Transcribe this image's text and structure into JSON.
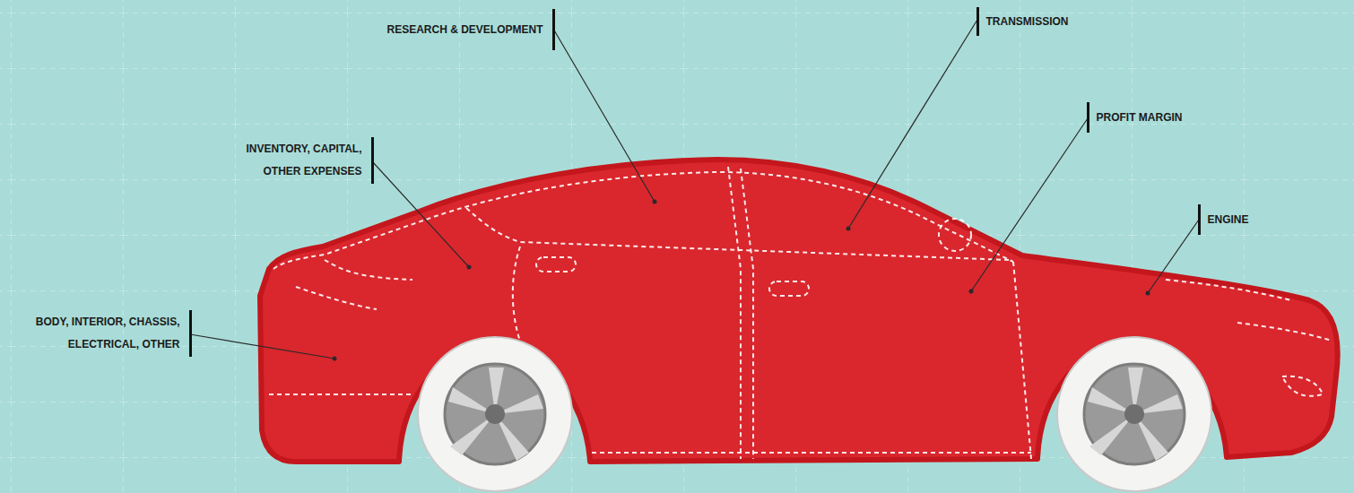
{
  "diagram": {
    "labels": [
      "RESEARCH & DEVELOPMENT",
      "TRANSMISSION",
      "PROFIT MARGIN",
      "INVENTORY, CAPITAL, OTHER EXPENSES",
      "ENGINE",
      "BODY, INTERIOR, CHASSIS, ELECTRICAL, OTHER"
    ]
  }
}
